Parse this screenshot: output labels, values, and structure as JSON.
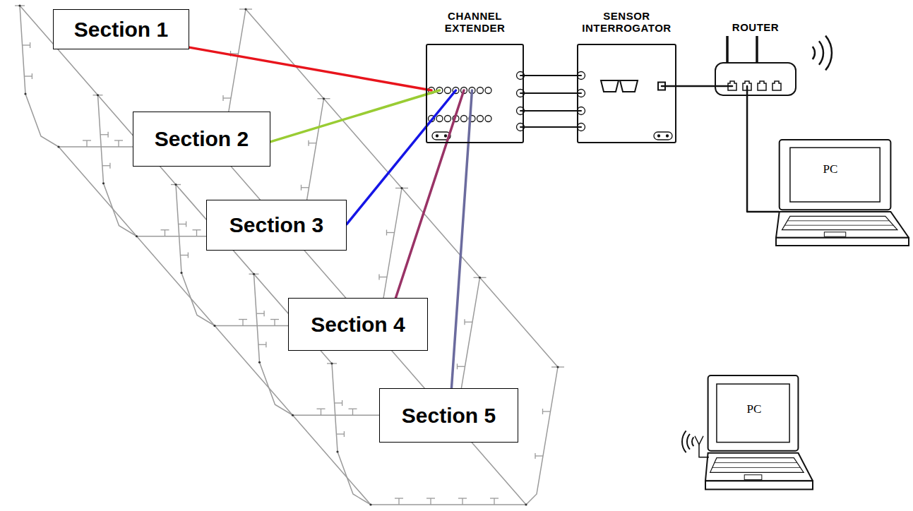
{
  "diagram": {
    "nodes": [
      {
        "text": [
          "Section 1"
        ]
      },
      {
        "text": [
          "Section 2"
        ]
      },
      {
        "text": [
          "Section 3"
        ]
      },
      {
        "text": [
          "Section 4"
        ]
      },
      {
        "text": [
          "Section 5"
        ]
      },
      {
        "text": [
          "CHANNEL EXTENDER"
        ]
      },
      {
        "text": [
          "SENSOR INTERROGATOR"
        ]
      },
      {
        "text": [
          "ROUTER"
        ]
      },
      {
        "text": [
          "PC"
        ]
      },
      {
        "text": [
          "PC"
        ]
      }
    ],
    "edges": [
      {
        "from": 0,
        "to": 5,
        "arrow": "none"
      },
      {
        "from": 1,
        "to": 5,
        "arrow": "none"
      },
      {
        "from": 2,
        "to": 5,
        "arrow": "none"
      },
      {
        "from": 3,
        "to": 5,
        "arrow": "none"
      },
      {
        "from": 4,
        "to": 5,
        "arrow": "none"
      },
      {
        "from": 5,
        "to": 6,
        "arrow": "none"
      },
      {
        "from": 5,
        "to": 6,
        "arrow": "none"
      },
      {
        "from": 5,
        "to": 6,
        "arrow": "none"
      },
      {
        "from": 5,
        "to": 6,
        "arrow": "none"
      },
      {
        "from": 6,
        "to": 7,
        "arrow": "none"
      },
      {
        "from": 7,
        "to": 8,
        "arrow": "none"
      }
    ]
  }
}
